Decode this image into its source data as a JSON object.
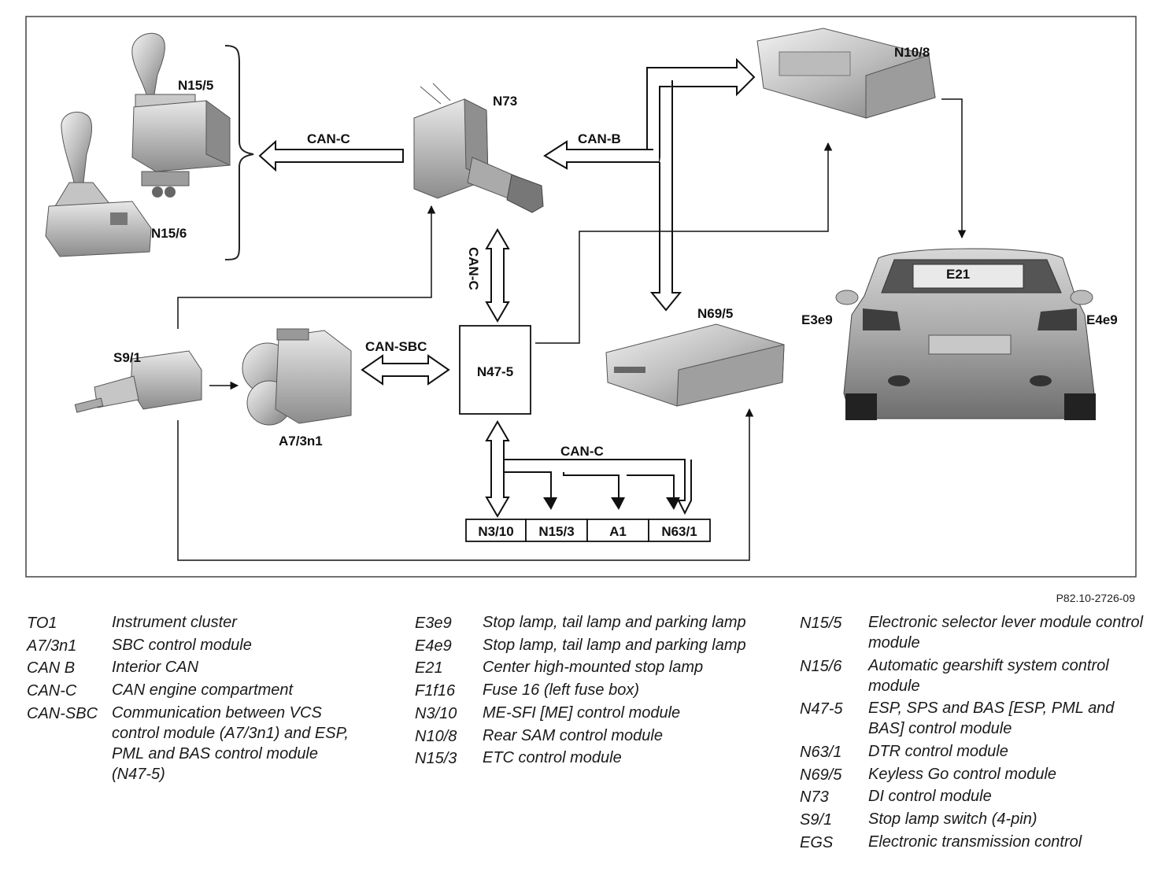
{
  "diagram": {
    "modules": {
      "n15_5": "N15/5",
      "n15_6": "N15/6",
      "n73": "N73",
      "n10_8": "N10/8",
      "s9_1": "S9/1",
      "a7_3n1": "A7/3n1",
      "n47_5": "N47-5",
      "n69_5": "N69/5",
      "e21": "E21",
      "e3e9": "E3e9",
      "e4e9": "E4e9"
    },
    "buses": {
      "can_c_top": "CAN-C",
      "can_b": "CAN-B",
      "can_c_vertical": "CAN-C",
      "can_sbc": "CAN-SBC",
      "can_c_bottom": "CAN-C"
    },
    "bottom_boxes": [
      "N3/10",
      "N15/3",
      "A1",
      "N63/1"
    ]
  },
  "reference": "P82.10-2726-09",
  "legend": {
    "col1": [
      {
        "code": "TO1",
        "desc": "Instrument cluster"
      },
      {
        "code": "A7/3n1",
        "desc": "SBC control module"
      },
      {
        "code": "CAN B",
        "desc": "Interior CAN"
      },
      {
        "code": "CAN-C",
        "desc": "CAN engine compartment"
      },
      {
        "code": "CAN-SBC",
        "desc": "Communication between VCS control module (A7/3n1) and ESP, PML and BAS control module (N47-5)"
      }
    ],
    "col2": [
      {
        "code": "E3e9",
        "desc": "Stop lamp, tail lamp and parking lamp"
      },
      {
        "code": "E4e9",
        "desc": "Stop lamp, tail lamp and parking lamp"
      },
      {
        "code": "E21",
        "desc": "Center high-mounted stop lamp"
      },
      {
        "code": "F1f16",
        "desc": "Fuse 16 (left fuse box)"
      },
      {
        "code": "N3/10",
        "desc": "ME-SFI [ME] control module"
      },
      {
        "code": "N10/8",
        "desc": "Rear SAM control module"
      },
      {
        "code": "N15/3",
        "desc": "ETC control module"
      }
    ],
    "col3": [
      {
        "code": "N15/5",
        "desc": "Electronic selector lever module control module"
      },
      {
        "code": "N15/6",
        "desc": "Automatic gearshift system control module"
      },
      {
        "code": "N47-5",
        "desc": "ESP, SPS and BAS [ESP, PML and BAS] control module"
      },
      {
        "code": "N63/1",
        "desc": "DTR control module"
      },
      {
        "code": "N69/5",
        "desc": "Keyless Go control module"
      },
      {
        "code": "N73",
        "desc": "DI control module"
      },
      {
        "code": "S9/1",
        "desc": "Stop lamp switch (4-pin)"
      },
      {
        "code": "EGS",
        "desc": "Electronic transmission control"
      }
    ]
  }
}
